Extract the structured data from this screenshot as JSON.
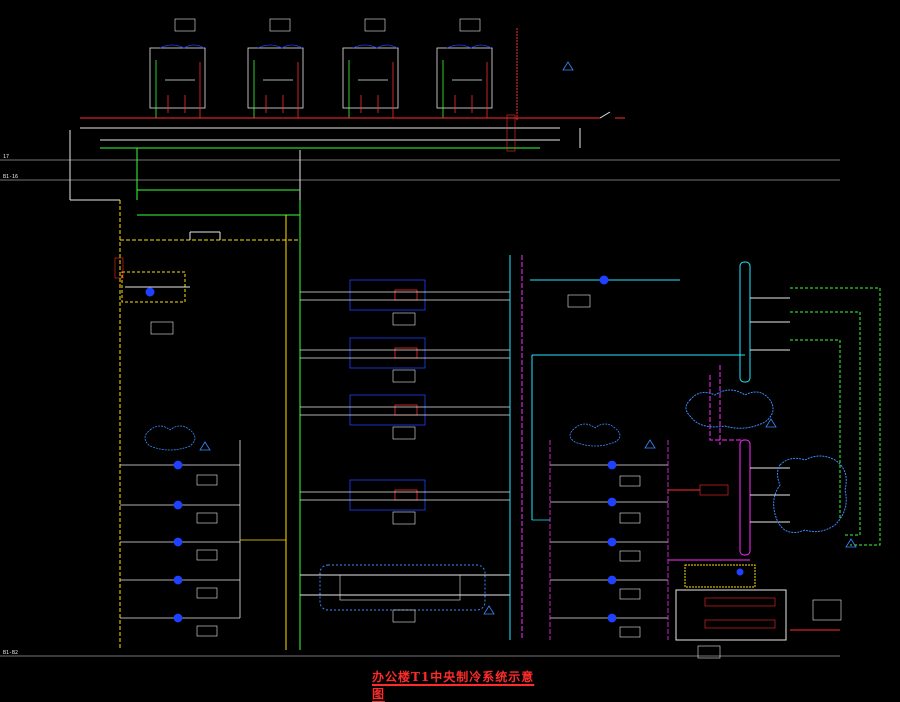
{
  "drawing": {
    "title": "办公楼T1中央制冷系统示意图"
  },
  "floors": [
    {
      "id": "roof",
      "label": "17"
    },
    {
      "id": "upper",
      "label": "B1-16"
    },
    {
      "id": "basement",
      "label": "B1-B2"
    }
  ],
  "colors": {
    "background": "#000000",
    "annotation": "#ff2b2b",
    "pipe_white": "#e8e8e8",
    "pipe_yellow": "#ffe000",
    "pipe_green": "#38ff38",
    "pipe_cyan": "#22e6ff",
    "pipe_magenta": "#ff2bff",
    "equipment_blue": "#2040ff",
    "cloud_blue": "#3a8cff"
  }
}
